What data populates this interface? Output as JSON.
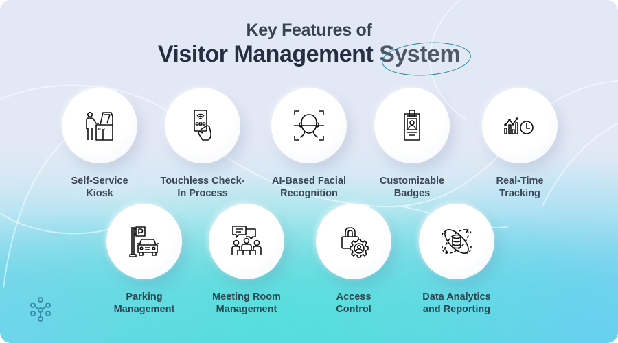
{
  "header": {
    "title_line1": "Key Features of",
    "title_line2_main": "Visitor Management ",
    "title_line2_highlight": "System"
  },
  "colors": {
    "title_dark": "#262f40",
    "subtitle": "#3a4250",
    "highlight_ring": "#1e8a94",
    "bg_top": "#e3e8f6",
    "bg_bottom": "#5fd7e0",
    "label_text": "#3c4656",
    "logo": "#3a8fa8"
  },
  "features_row1": [
    {
      "id": "self-service-kiosk",
      "line1": "Self-Service",
      "line2": "Kiosk",
      "icon": "kiosk-icon"
    },
    {
      "id": "touchless-check-in",
      "line1": "Touchless Check-",
      "line2": "In Process",
      "icon": "contactless-card-icon"
    },
    {
      "id": "ai-facial-recognition",
      "line1": "AI-Based Facial",
      "line2": "Recognition",
      "icon": "face-scan-icon"
    },
    {
      "id": "customizable-badges",
      "line1": "Customizable",
      "line2": "Badges",
      "icon": "id-badge-icon"
    },
    {
      "id": "real-time-tracking",
      "line1": "Real-Time",
      "line2": "Tracking",
      "icon": "chart-clock-icon"
    }
  ],
  "features_row2": [
    {
      "id": "parking-management",
      "line1": "Parking",
      "line2": "Management",
      "icon": "parking-car-icon"
    },
    {
      "id": "meeting-room-management",
      "line1": "Meeting Room",
      "line2": "Management",
      "icon": "meeting-icon"
    },
    {
      "id": "access-control",
      "line1": "Access",
      "line2": "Control",
      "icon": "lock-gear-icon"
    },
    {
      "id": "data-analytics-reporting",
      "line1": "Data Analytics",
      "line2": "and Reporting",
      "icon": "database-orbit-icon"
    }
  ],
  "logo": {
    "icon": "network-nodes-logo-icon"
  }
}
